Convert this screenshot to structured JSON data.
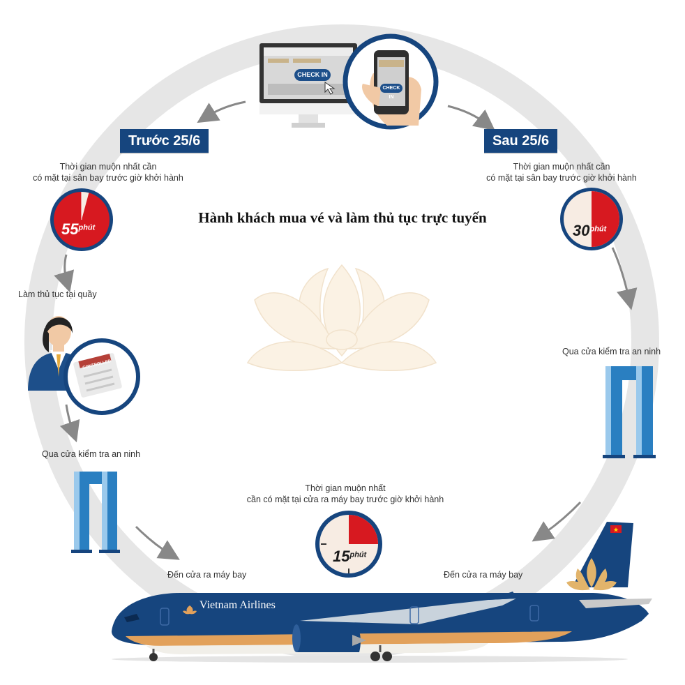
{
  "title": "Hành khách mua vé và làm thủ tục trực tuyến",
  "checkin": {
    "button_label": "CHECK IN"
  },
  "before": {
    "tag": "Trước 25/6",
    "caption_line1": "Thời gian muộn nhất cần",
    "caption_line2": "có mặt tại sân bay trước giờ khởi hành",
    "timer": {
      "value": "55",
      "unit": "phút"
    },
    "step_counter": "Làm thủ tục tại quầy",
    "counter_stamp": "CONTROLLED",
    "step_security": "Qua cửa kiểm tra an ninh",
    "step_gate": "Đến cửa ra máy bay"
  },
  "after": {
    "tag": "Sau 25/6",
    "caption_line1": "Thời gian muộn nhất cần",
    "caption_line2": "có mặt tại sân bay trước giờ khởi hành",
    "timer": {
      "value": "30",
      "unit": "phút"
    },
    "step_security": "Qua cửa kiểm tra an ninh",
    "step_gate": "Đến cửa ra máy bay"
  },
  "gate": {
    "caption_line1": "Thời gian muộn nhất",
    "caption_line2": "cần có mặt tại cửa ra máy bay trước giờ khởi hành",
    "timer": {
      "value": "15",
      "unit": "phút"
    }
  },
  "airline": {
    "name": "Vietnam Airlines"
  },
  "colors": {
    "navy": "#16457e",
    "ring": "#e6e6e6",
    "timer_red": "#d71920",
    "timer_face": "#f7ece3",
    "gate_blue": "#2a7fc1",
    "lotus": "#fbf2e4"
  }
}
